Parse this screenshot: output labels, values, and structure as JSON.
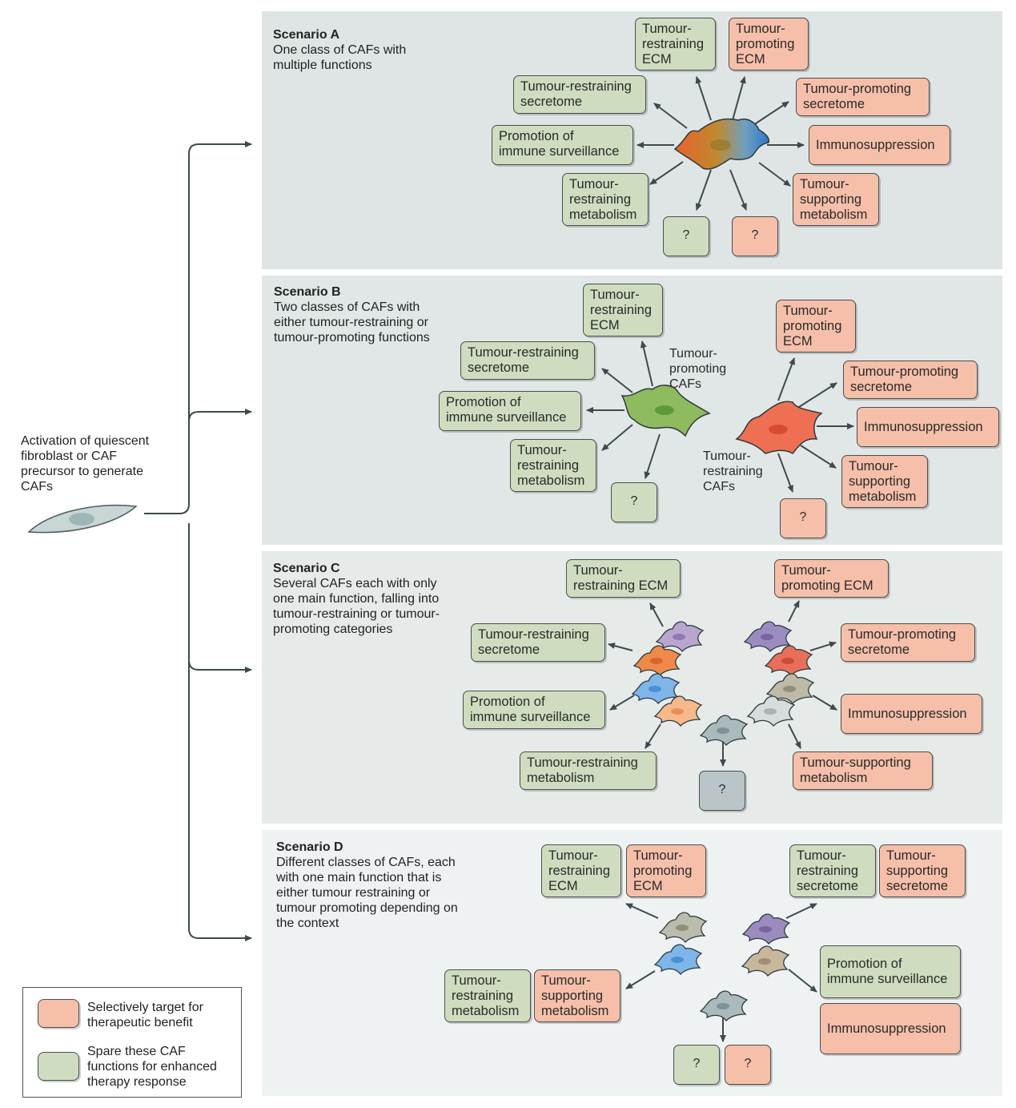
{
  "intro": {
    "text": "Activation of quiescent fibroblast or CAF precursor to generate CAFs"
  },
  "colors": {
    "target": "#f5bfaa",
    "spare": "#cfdcbf",
    "neutral": "#b9c5c6",
    "panel": "#dfe5e4",
    "line": "#3d4a4e"
  },
  "scenario_a": {
    "title": "Scenario A",
    "desc": "One class of CAFs with multiple functions",
    "boxes": {
      "restraining_ecm": "Tumour-\nrestraining\nECM",
      "promoting_ecm": "Tumour-\npromoting\nECM",
      "restraining_secretome": "Tumour-restraining\nsecretome",
      "promoting_secretome": "Tumour-promoting\nsecretome",
      "immune_surveillance": "Promotion of\nimmune surveillance",
      "immunosuppression": "Immunosuppression",
      "restraining_metabolism": "Tumour-\nrestraining\nmetabolism",
      "supporting_metabolism": "Tumour-\nsupporting\nmetabolism",
      "unknown_green": "?",
      "unknown_red": "?"
    }
  },
  "scenario_b": {
    "title": "Scenario B",
    "desc": "Two classes of CAFs with either tumour-restraining or tumour-promoting functions",
    "label_promoting_cafs": "Tumour-\npromoting\nCAFs",
    "label_restraining_cafs": "Tumour-\nrestraining\nCAFs",
    "boxes": {
      "restraining_ecm": "Tumour-\nrestraining\nECM",
      "restraining_secretome": "Tumour-restraining\nsecretome",
      "immune_surveillance": "Promotion of\nimmune surveillance",
      "restraining_metabolism": "Tumour-\nrestraining\nmetabolism",
      "unknown_green": "?",
      "promoting_ecm": "Tumour-\npromoting\nECM",
      "promoting_secretome": "Tumour-promoting\nsecretome",
      "immunosuppression": "Immunosuppression",
      "supporting_metabolism": "Tumour-\nsupporting\nmetabolism",
      "unknown_red": "?"
    }
  },
  "scenario_c": {
    "title": "Scenario C",
    "desc": "Several CAFs each with only one main function, falling into tumour-restraining or tumour-promoting categories",
    "boxes": {
      "restraining_ecm": "Tumour-\nrestraining ECM",
      "promoting_ecm": "Tumour-\npromoting ECM",
      "restraining_secretome": "Tumour-restraining\nsecretome",
      "promoting_secretome": "Tumour-promoting\nsecretome",
      "immune_surveillance": "Promotion of\nimmune surveillance",
      "immunosuppression": "Immunosuppression",
      "restraining_metabolism": "Tumour-restraining\nmetabolism",
      "supporting_metabolism": "Tumour-supporting\nmetabolism",
      "unknown": "?"
    }
  },
  "scenario_d": {
    "title": "Scenario D",
    "desc": "Different classes of CAFs, each with one main function that is either tumour restraining or tumour promoting depending on the context",
    "boxes": {
      "restraining_ecm": "Tumour-\nrestraining\nECM",
      "promoting_ecm": "Tumour-\npromoting\nECM",
      "restraining_secretome": "Tumour-\nrestraining\nsecretome",
      "supporting_secretome": "Tumour-\nsupporting\nsecretome",
      "restraining_metabolism": "Tumour-\nrestraining\nmetabolism",
      "supporting_metabolism": "Tumour-\nsupporting\nmetabolism",
      "immune_surveillance": "Promotion of\nimmune surveillance",
      "immunosuppression": "Immunosuppression",
      "unknown_green": "?",
      "unknown_red": "?"
    }
  },
  "legend": {
    "target": "Selectively target for therapeutic benefit",
    "spare": "Spare these CAF functions for enhanced therapy response"
  }
}
